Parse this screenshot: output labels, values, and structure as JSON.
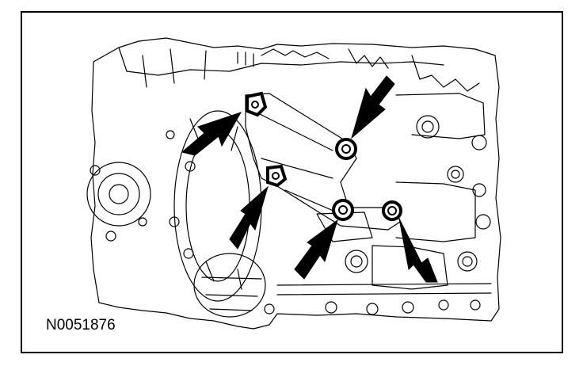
{
  "figure": {
    "id_label": "N0051876"
  },
  "callouts": {
    "count": 5,
    "fastener_count": 5
  },
  "colors": {
    "line": "#000000",
    "background": "#ffffff"
  }
}
